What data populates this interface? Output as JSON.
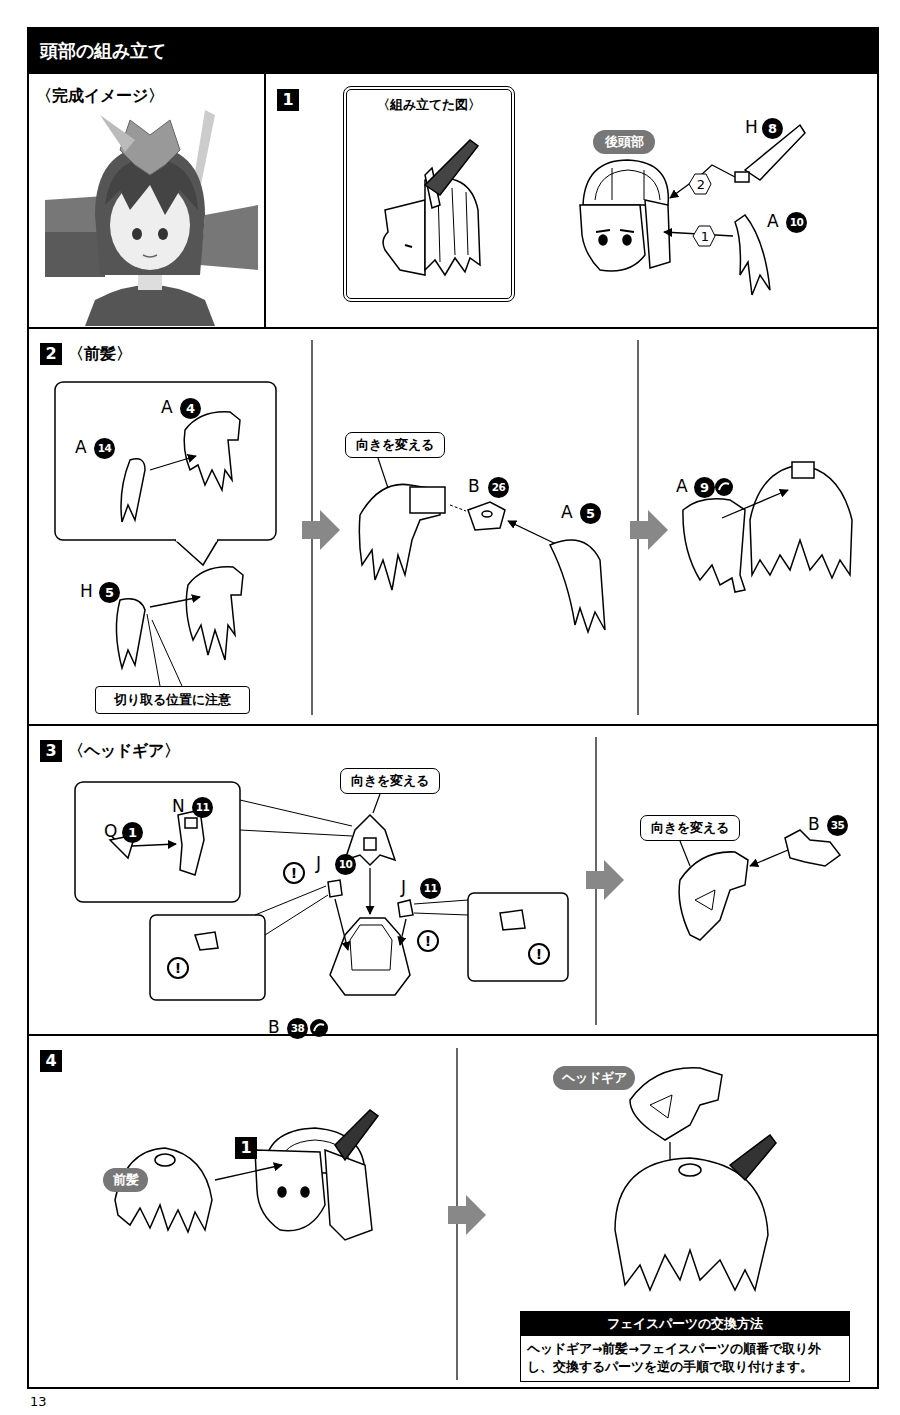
{
  "diagram": {
    "title": "頭部の組み立て",
    "nodes": [
      {
        "text": [
          "〈完成イメージ〉"
        ]
      },
      {
        "text": [
          "1"
        ]
      },
      {
        "text": [
          "〈組み立てた図〉"
        ],
        "in": 1
      },
      {
        "text": [
          "後頭部"
        ],
        "in": 1
      },
      {
        "text": [
          "2",
          "〈前髪〉"
        ]
      },
      {
        "text": [
          "切り取る位置に注意"
        ],
        "in": 4
      },
      {
        "text": [
          "向きを変える"
        ],
        "in": 4
      },
      {
        "text": [
          "3",
          "〈ヘッドギア〉"
        ]
      },
      {
        "text": [
          "向きを変える"
        ],
        "in": 7
      },
      {
        "text": [
          "向きを変える"
        ],
        "in": 7
      },
      {
        "text": [
          "4"
        ]
      },
      {
        "text": [
          "前髪"
        ],
        "in": 10
      },
      {
        "text": [
          "ヘッドギア"
        ],
        "in": 10
      },
      {
        "text": [
          "フェイスパーツの交換方法",
          "ヘッドギア→前髪→フェイスパーツの順番で取り外し、交換するパーツを逆の手順で取り付けます。"
        ],
        "in": 10
      }
    ],
    "labels": [
      "H",
      "8",
      "2",
      "A",
      "10",
      "1",
      "A",
      "4",
      "A",
      "14",
      "H",
      "5",
      "B",
      "26",
      "A",
      "5",
      "A",
      "9",
      "N",
      "11",
      "Q",
      "1",
      "J",
      "10",
      "!",
      "J",
      "11",
      "!",
      "!",
      "!",
      "B",
      "38",
      "B",
      "35",
      "1",
      "13"
    ]
  }
}
